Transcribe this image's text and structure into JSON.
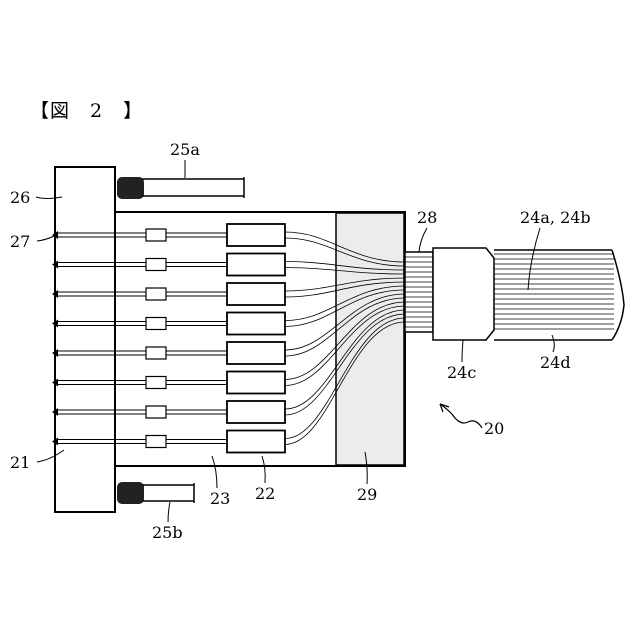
{
  "figure": {
    "title": "【図　2　】",
    "labels": {
      "l25a": "25a",
      "l26": "26",
      "l27": "27",
      "l28": "28",
      "l24ab": "24a, 24b",
      "l24c": "24c",
      "l24d": "24d",
      "l20": "20",
      "l21": "21",
      "l23": "23",
      "l22": "22",
      "l29": "29",
      "l25b": "25b"
    },
    "channel_count": 8
  }
}
